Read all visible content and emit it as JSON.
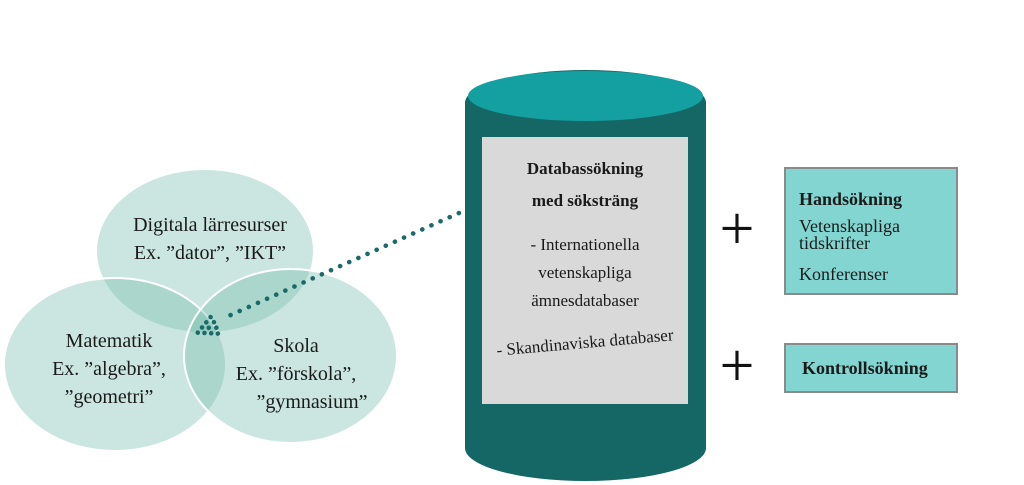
{
  "venn": {
    "digitala": {
      "line1": "Digitala lärresurser",
      "line2": "Ex. ”dator”, ”IKT”"
    },
    "matematik": {
      "line1": "Matematik",
      "line2": "Ex. ”algebra”,",
      "line3": "”geometri”"
    },
    "skola": {
      "line1": "Skola",
      "line2": "Ex. ”förskola”,",
      "line3": "”gymnasium”"
    }
  },
  "cylinder": {
    "title_line1": "Databassökning",
    "title_line2": "med söksträng",
    "item1_line1": "- Internationella",
    "item1_line2": "vetenskapliga",
    "item1_line3": "ämnesdatabaser",
    "item2": "- Skandinaviska databaser"
  },
  "plus_sign_1": "+",
  "plus_sign_2": "+",
  "hand_box": {
    "title": "Handsökning",
    "item1": "Vetenskapliga tidskrifter",
    "item2": "Konferenser"
  },
  "control_box": {
    "title": "Kontrollsökning"
  },
  "colors": {
    "cylinder_top": "#14a0a0",
    "cylinder_body": "#156766",
    "venn_fill_base": "#6fbaa9",
    "side_box_fill": "#82d5d1",
    "side_box_border": "#8a8a8a",
    "panel_fill": "#d9d9d9",
    "arrow_dots": "#1b6a6a",
    "text": "#1a1a1a"
  }
}
